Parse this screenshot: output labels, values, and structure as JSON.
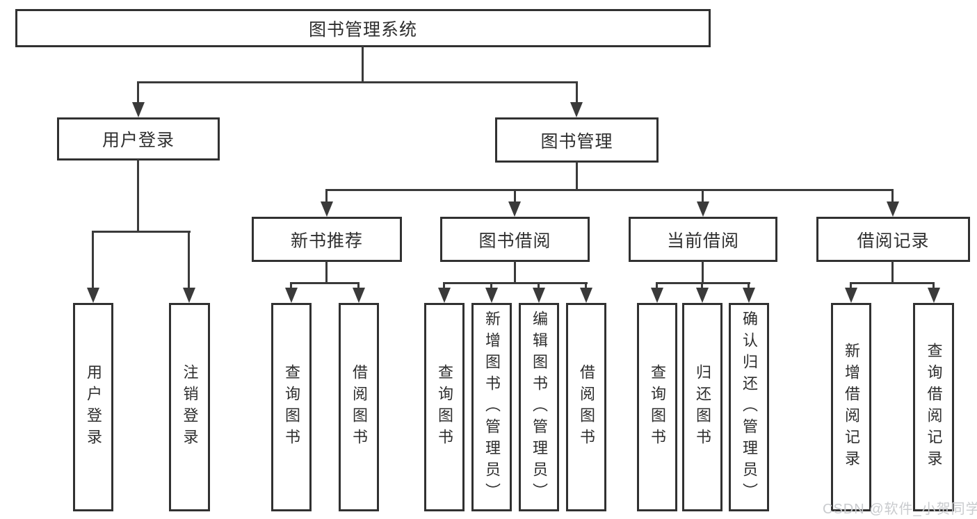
{
  "diagram": {
    "root": {
      "label": "图书管理系统"
    },
    "level2": [
      {
        "label": "用户登录"
      },
      {
        "label": "图书管理"
      }
    ],
    "level3": [
      {
        "label": "新书推荐"
      },
      {
        "label": "图书借阅"
      },
      {
        "label": "当前借阅"
      },
      {
        "label": "借阅记录"
      }
    ],
    "leaves": {
      "user_login": [
        "用户登录",
        "注销登录"
      ],
      "new_book": [
        "查询图书",
        "借阅图书"
      ],
      "book_borrow": [
        "查询图书",
        "新增图书（管理员）",
        "编辑图书（管理员）",
        "借阅图书"
      ],
      "current_borrow": [
        "查询图书",
        "归还图书",
        "确认归还（管理员）"
      ],
      "borrow_record": [
        "新增借阅记录",
        "查询借阅记录"
      ]
    }
  },
  "watermark": {
    "text": "CSDN @软件_小贺同学"
  },
  "colors": {
    "line": "#3a3a3a",
    "box_border": "#313131",
    "text": "#2e2e2e",
    "watermark": "#c9cbce",
    "background": "#ffffff"
  }
}
